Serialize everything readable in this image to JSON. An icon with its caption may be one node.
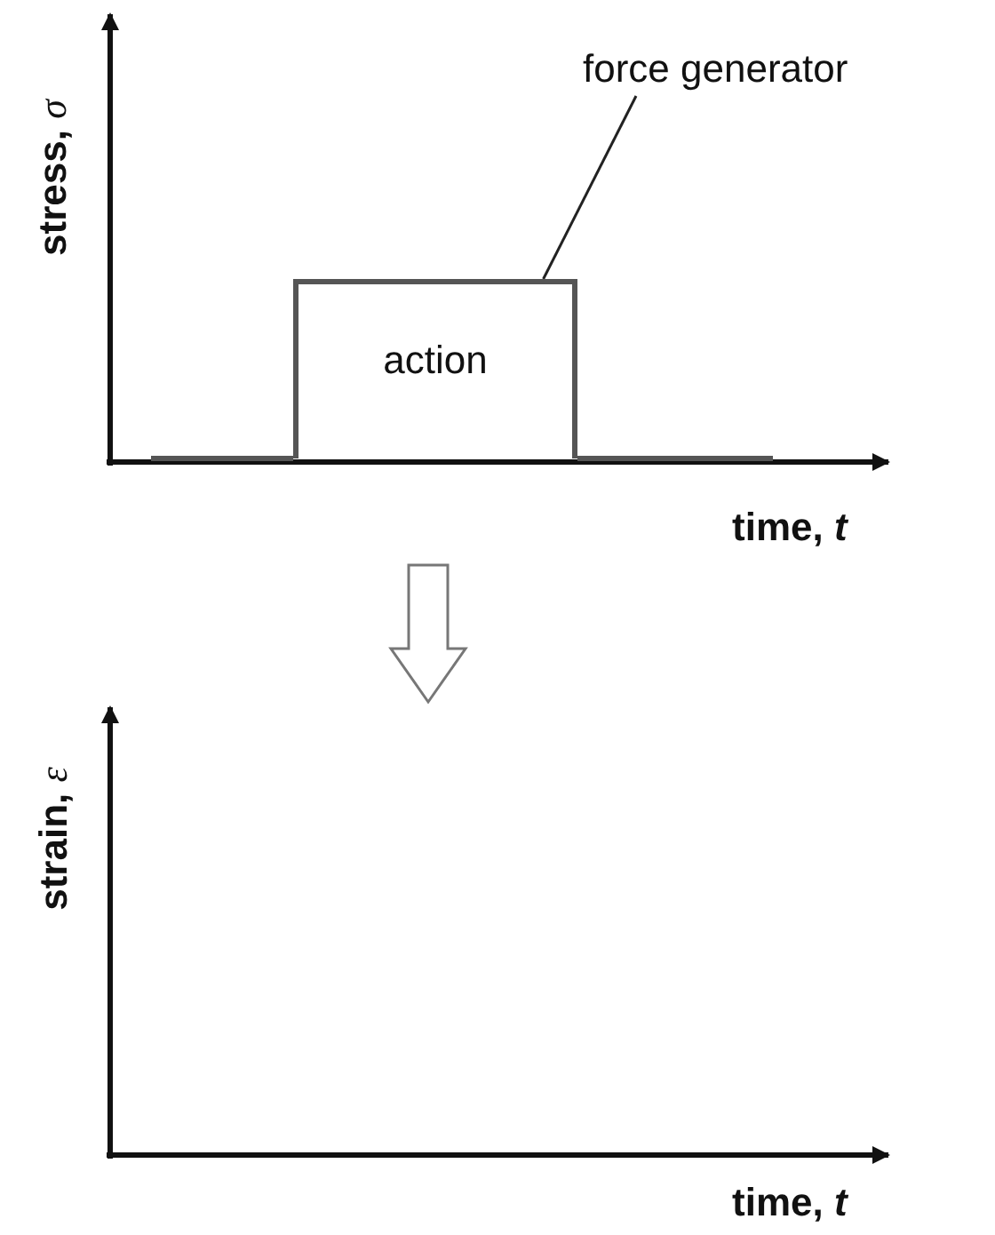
{
  "diagram": {
    "nodes": [
      {
        "text": [
          "force generator"
        ]
      },
      {
        "text": [
          "action"
        ]
      }
    ],
    "edges": [
      {
        "from": 0,
        "to": 1,
        "arrow": "none"
      }
    ],
    "labels": [
      "stress, *σ*",
      "time, *t*",
      "strain, *ε*",
      "time, *t*"
    ]
  }
}
